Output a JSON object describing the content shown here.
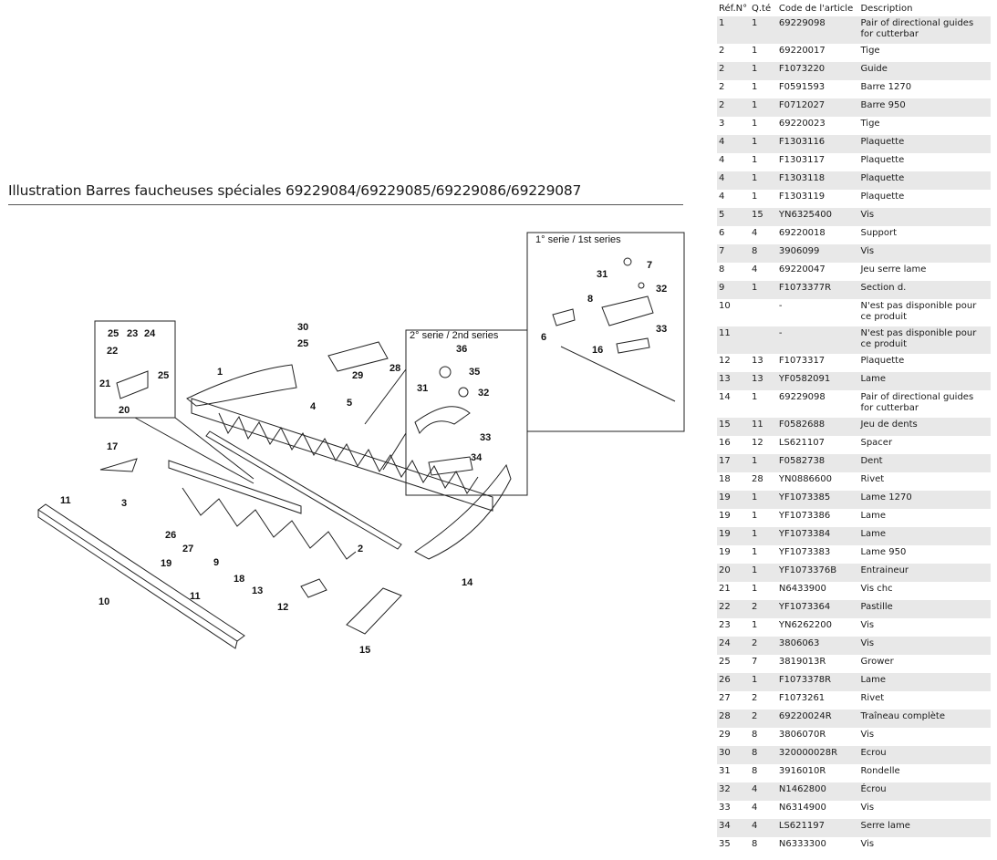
{
  "illustration": {
    "title": "Illustration  Barres faucheuses spéciales 69229084/69229085/69229086/69229087",
    "series1_caption": "1° serie / 1st series",
    "series2_caption": "2° serie / 2nd series",
    "callouts": {
      "c1": "1",
      "c2": "2",
      "c3": "3",
      "c4": "4",
      "c5": "5",
      "c9": "9",
      "c10": "10",
      "c11a": "11",
      "c11b": "11",
      "c12": "12",
      "c13": "13",
      "c14": "14",
      "c15": "15",
      "c17": "17",
      "c18": "18",
      "c19": "19",
      "c20": "20",
      "c21": "21",
      "c22": "22",
      "c23": "23",
      "c24": "24",
      "c25a": "25",
      "c25b": "25",
      "c25c": "25",
      "c26": "26",
      "c27": "27",
      "c28": "28",
      "c29": "29",
      "c30": "30",
      "c31a": "31",
      "c32a": "32",
      "c33a": "33",
      "c34": "34",
      "c35": "35",
      "c36": "36",
      "c7": "7",
      "c8": "8",
      "c6": "6",
      "c31b": "31",
      "c32b": "32",
      "c33b": "33",
      "c16": "16"
    }
  },
  "table": {
    "headers": {
      "ref": "Réf.N°",
      "qty": "Q.té",
      "code": "Code de l'article",
      "desc": "Description"
    },
    "rows": [
      {
        "ref": "1",
        "qty": "1",
        "code": "69229098",
        "desc": "Pair of directional guides for cutterbar"
      },
      {
        "ref": "2",
        "qty": "1",
        "code": "69220017",
        "desc": "Tige"
      },
      {
        "ref": "2",
        "qty": "1",
        "code": "F1073220",
        "desc": "Guide"
      },
      {
        "ref": "2",
        "qty": "1",
        "code": "F0591593",
        "desc": "Barre 1270"
      },
      {
        "ref": "2",
        "qty": "1",
        "code": "F0712027",
        "desc": "Barre 950"
      },
      {
        "ref": "3",
        "qty": "1",
        "code": "69220023",
        "desc": "Tige"
      },
      {
        "ref": "4",
        "qty": "1",
        "code": "F1303116",
        "desc": "Plaquette"
      },
      {
        "ref": "4",
        "qty": "1",
        "code": "F1303117",
        "desc": "Plaquette"
      },
      {
        "ref": "4",
        "qty": "1",
        "code": "F1303118",
        "desc": "Plaquette"
      },
      {
        "ref": "4",
        "qty": "1",
        "code": "F1303119",
        "desc": "Plaquette"
      },
      {
        "ref": "5",
        "qty": "15",
        "code": "YN6325400",
        "desc": "Vis"
      },
      {
        "ref": "6",
        "qty": "4",
        "code": "69220018",
        "desc": "Support"
      },
      {
        "ref": "7",
        "qty": "8",
        "code": "3906099",
        "desc": "Vis"
      },
      {
        "ref": "8",
        "qty": "4",
        "code": "69220047",
        "desc": "Jeu serre lame"
      },
      {
        "ref": "9",
        "qty": "1",
        "code": "F1073377R",
        "desc": "Section d."
      },
      {
        "ref": "10",
        "qty": "",
        "code": "-",
        "desc": "N'est pas disponible pour ce produit"
      },
      {
        "ref": "11",
        "qty": "",
        "code": "-",
        "desc": "N'est pas disponible pour ce produit"
      },
      {
        "ref": "12",
        "qty": "13",
        "code": "F1073317",
        "desc": "Plaquette"
      },
      {
        "ref": "13",
        "qty": "13",
        "code": "YF0582091",
        "desc": "Lame"
      },
      {
        "ref": "14",
        "qty": "1",
        "code": "69229098",
        "desc": "Pair of directional guides for cutterbar"
      },
      {
        "ref": "15",
        "qty": "11",
        "code": "F0582688",
        "desc": "Jeu de dents"
      },
      {
        "ref": "16",
        "qty": "12",
        "code": "LS621107",
        "desc": "Spacer"
      },
      {
        "ref": "17",
        "qty": "1",
        "code": "F0582738",
        "desc": "Dent"
      },
      {
        "ref": "18",
        "qty": "28",
        "code": "YN0886600",
        "desc": "Rivet"
      },
      {
        "ref": "19",
        "qty": "1",
        "code": "YF1073385",
        "desc": "Lame 1270"
      },
      {
        "ref": "19",
        "qty": "1",
        "code": "YF1073386",
        "desc": "Lame"
      },
      {
        "ref": "19",
        "qty": "1",
        "code": "YF1073384",
        "desc": "Lame"
      },
      {
        "ref": "19",
        "qty": "1",
        "code": "YF1073383",
        "desc": "Lame 950"
      },
      {
        "ref": "20",
        "qty": "1",
        "code": "YF1073376B",
        "desc": "Entraineur"
      },
      {
        "ref": "21",
        "qty": "1",
        "code": "N6433900",
        "desc": "Vis chc"
      },
      {
        "ref": "22",
        "qty": "2",
        "code": "YF1073364",
        "desc": "Pastille"
      },
      {
        "ref": "23",
        "qty": "1",
        "code": "YN6262200",
        "desc": "Vis"
      },
      {
        "ref": "24",
        "qty": "2",
        "code": "3806063",
        "desc": "Vis"
      },
      {
        "ref": "25",
        "qty": "7",
        "code": "3819013R",
        "desc": "Grower"
      },
      {
        "ref": "26",
        "qty": "1",
        "code": "F1073378R",
        "desc": "Lame"
      },
      {
        "ref": "27",
        "qty": "2",
        "code": "F1073261",
        "desc": "Rivet"
      },
      {
        "ref": "28",
        "qty": "2",
        "code": "69220024R",
        "desc": "Traîneau complète"
      },
      {
        "ref": "29",
        "qty": "8",
        "code": "3806070R",
        "desc": "Vis"
      },
      {
        "ref": "30",
        "qty": "8",
        "code": "320000028R",
        "desc": "Ecrou"
      },
      {
        "ref": "31",
        "qty": "8",
        "code": "3916010R",
        "desc": "Rondelle"
      },
      {
        "ref": "32",
        "qty": "4",
        "code": "N1462800",
        "desc": "Écrou"
      },
      {
        "ref": "33",
        "qty": "4",
        "code": "N6314900",
        "desc": "Vis"
      },
      {
        "ref": "34",
        "qty": "4",
        "code": "LS621197",
        "desc": "Serre lame"
      },
      {
        "ref": "35",
        "qty": "8",
        "code": "N6333300",
        "desc": "Vis"
      }
    ]
  }
}
